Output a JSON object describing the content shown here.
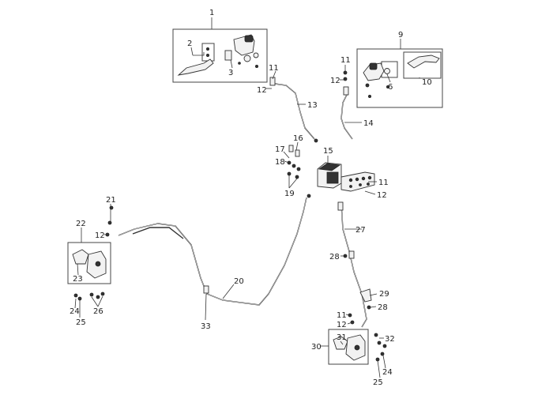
{
  "callouts": [
    {
      "id": "c1",
      "text": "1"
    },
    {
      "id": "c2",
      "text": "2"
    },
    {
      "id": "c3",
      "text": "3"
    },
    {
      "id": "c9",
      "text": "9"
    },
    {
      "id": "c6",
      "text": "6"
    },
    {
      "id": "c10",
      "text": "10"
    },
    {
      "id": "c11a",
      "text": "11"
    },
    {
      "id": "c12a",
      "text": "12"
    },
    {
      "id": "c13",
      "text": "13"
    },
    {
      "id": "c11b",
      "text": "11"
    },
    {
      "id": "c12b",
      "text": "12"
    },
    {
      "id": "c14",
      "text": "14"
    },
    {
      "id": "c15",
      "text": "15"
    },
    {
      "id": "c16",
      "text": "16"
    },
    {
      "id": "c17",
      "text": "17"
    },
    {
      "id": "c18",
      "text": "18"
    },
    {
      "id": "c19",
      "text": "19"
    },
    {
      "id": "c11c",
      "text": "11"
    },
    {
      "id": "c12c",
      "text": "12"
    },
    {
      "id": "c21",
      "text": "21"
    },
    {
      "id": "c12d",
      "text": "12"
    },
    {
      "id": "c22",
      "text": "22"
    },
    {
      "id": "c23",
      "text": "23"
    },
    {
      "id": "c24a",
      "text": "24"
    },
    {
      "id": "c25a",
      "text": "25"
    },
    {
      "id": "c26",
      "text": "26"
    },
    {
      "id": "c20",
      "text": "20"
    },
    {
      "id": "c33",
      "text": "33"
    },
    {
      "id": "c27",
      "text": "27"
    },
    {
      "id": "c28a",
      "text": "28"
    },
    {
      "id": "c29",
      "text": "29"
    },
    {
      "id": "c28b",
      "text": "28"
    },
    {
      "id": "c11d",
      "text": "11"
    },
    {
      "id": "c12e",
      "text": "12"
    },
    {
      "id": "c30",
      "text": "30"
    },
    {
      "id": "c31",
      "text": "31"
    },
    {
      "id": "c32",
      "text": "32"
    },
    {
      "id": "c24b",
      "text": "24"
    },
    {
      "id": "c25b",
      "text": "25"
    }
  ]
}
